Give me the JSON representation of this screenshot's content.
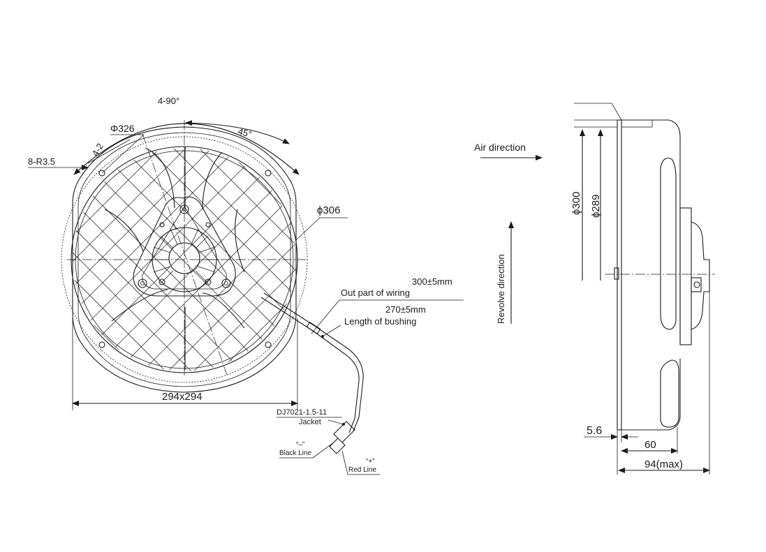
{
  "front_view": {
    "holes_angle": "4-90°",
    "bolt_circle": "Φ326",
    "hole_count": "4-2",
    "corner_radius": "8-R3.5",
    "angle": "45°",
    "fan_diameter": "ϕ306",
    "overall_size": "294x294"
  },
  "wiring": {
    "wire_length": "300±5mm",
    "wire_label": "Out part of wiring",
    "bushing_length": "270±5mm",
    "bushing_label": "Length of bushing",
    "connector_model": "DJ7021-1.5-11",
    "jacket_label": "Jacket",
    "negative_symbol": "“–”",
    "negative_wire": "Black Line",
    "positive_symbol": "“+”",
    "positive_wire": "Red Line"
  },
  "side_view": {
    "air_direction": "Air direction",
    "revolve_direction": "Revolve direction",
    "diameter_outer": "ϕ300",
    "diameter_inner": "ϕ289",
    "flange_thickness": "5.6",
    "depth": "60",
    "max_depth": "94(max)"
  }
}
